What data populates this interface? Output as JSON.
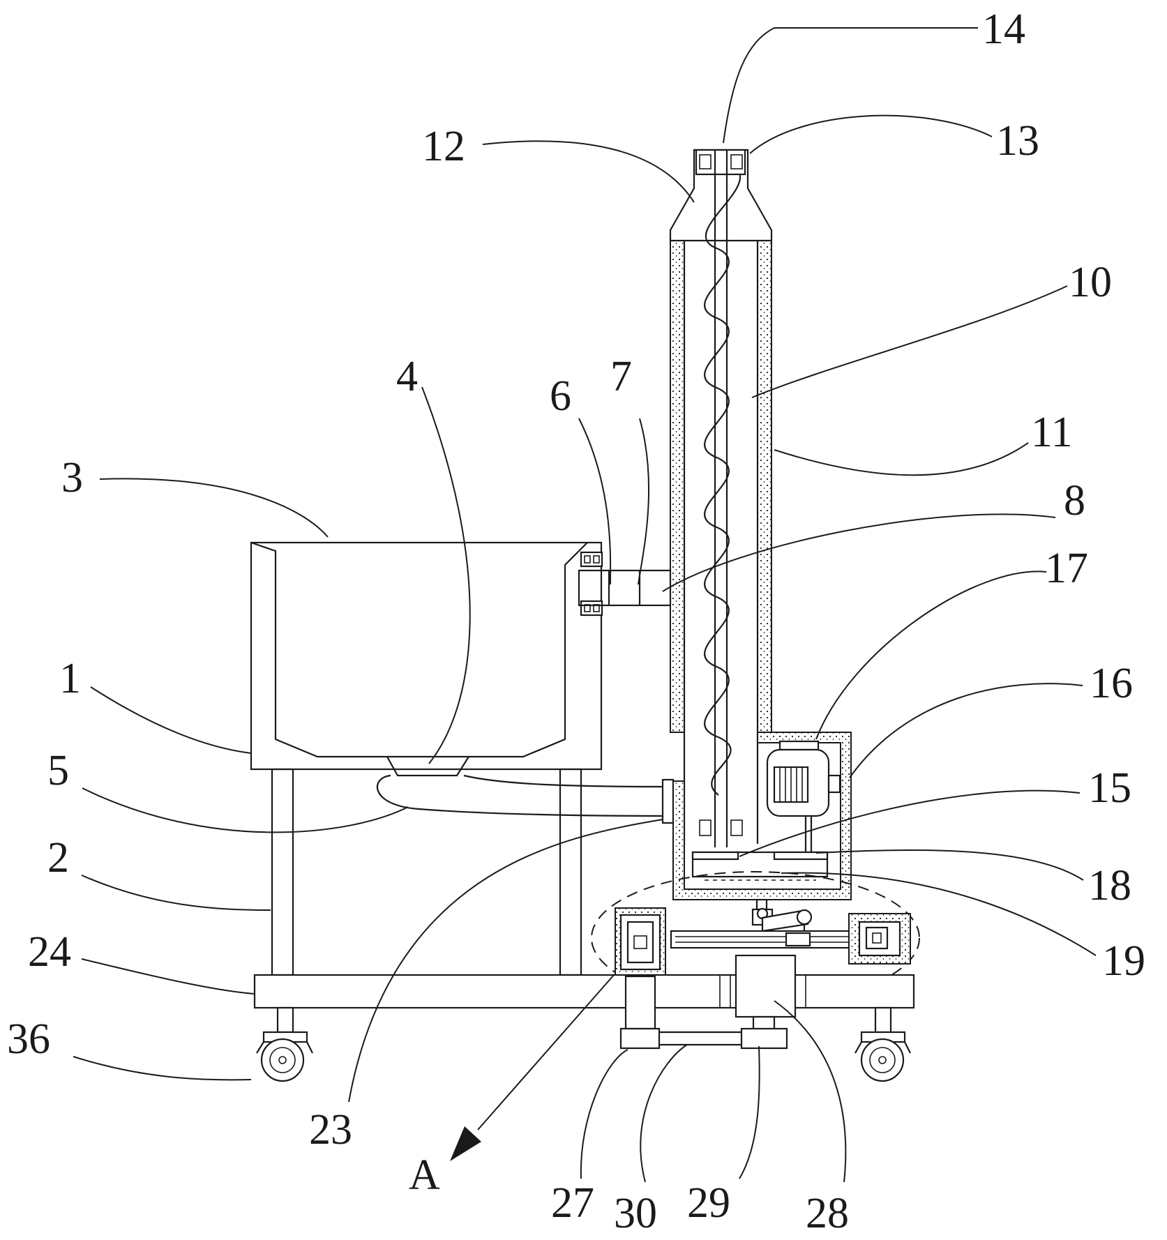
{
  "labels": {
    "l1": "1",
    "l2": "2",
    "l3": "3",
    "l4": "4",
    "l5": "5",
    "l6": "6",
    "l7": "7",
    "l8": "8",
    "l10": "10",
    "l11": "11",
    "l12": "12",
    "l13": "13",
    "l14": "14",
    "l15": "15",
    "l16": "16",
    "l17": "17",
    "l18": "18",
    "l19": "19",
    "l23": "23",
    "l24": "24",
    "l27": "27",
    "l28": "28",
    "l29": "29",
    "l30": "30",
    "l36": "36",
    "lA": "A"
  }
}
